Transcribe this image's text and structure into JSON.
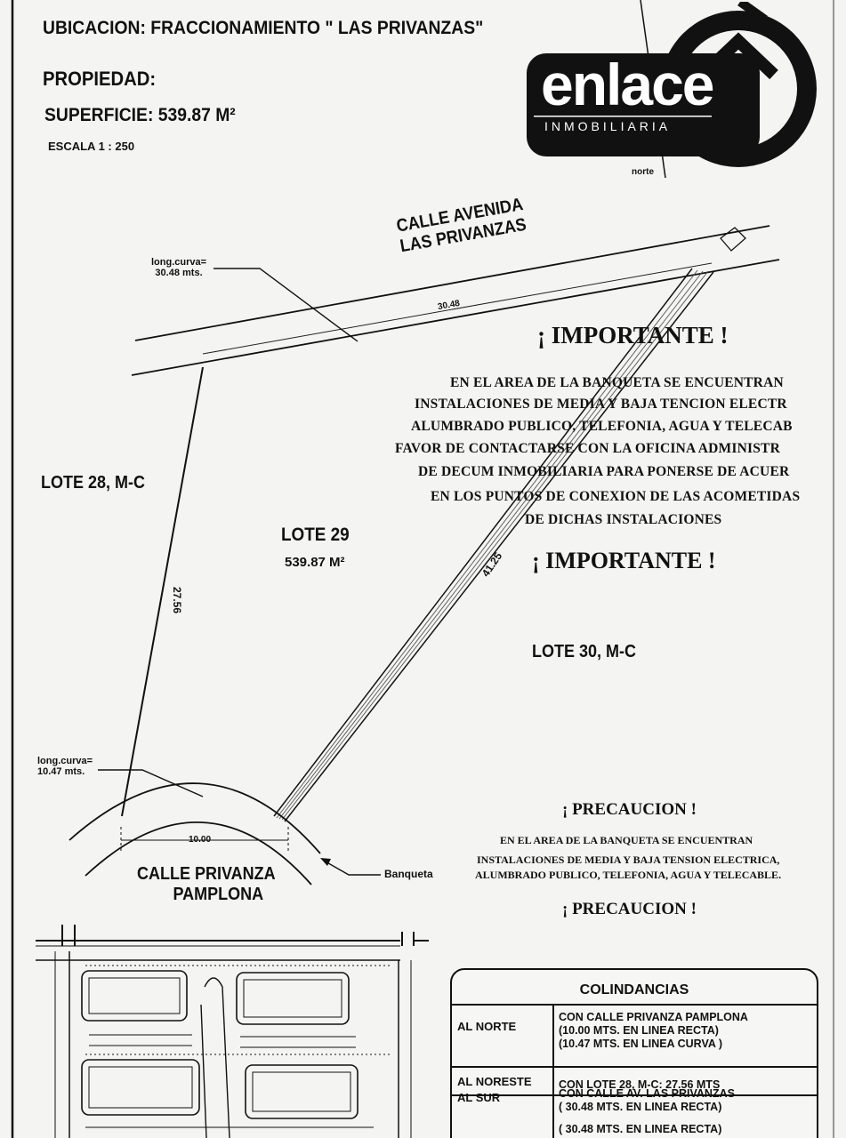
{
  "header": {
    "ubicacion": "UBICACION: FRACCIONAMIENTO \" LAS PRIVANZAS\"",
    "propiedad": "PROPIEDAD:",
    "superficie": "SUPERFICIE:   539.87  M²",
    "escala": "ESCALA 1 : 250"
  },
  "logo": {
    "word": "enlace",
    "subtitle": "INMOBILIARIA",
    "north": "norte"
  },
  "plan": {
    "street_north_1": "CALLE AVENIDA",
    "street_north_2": "LAS PRIVANZAS",
    "curve_top_1": "long.curva=",
    "curve_top_2": "30.48 mts.",
    "dim_top": "30.48",
    "dim_left": "27.56",
    "dim_diag": "41.25",
    "lote28": "LOTE 28, M-C",
    "lote29": "LOTE 29",
    "lote29_area": "539.87  M²",
    "lote30": "LOTE 30, M-C",
    "curve_bottom_1": "long.curva=",
    "curve_bottom_2": "10.47 mts.",
    "dim_bottom": "10.00",
    "street_south_1": "CALLE PRIVANZA",
    "street_south_2": "PAMPLONA",
    "banqueta": "Banqueta"
  },
  "important": {
    "title": "¡ IMPORTANTE !",
    "lines": [
      "EN EL AREA DE LA BANQUETA SE ENCUENTRAN",
      "INSTALACIONES DE MEDIA Y BAJA TENCION ELECTR",
      "ALUMBRADO PUBLICO, TELEFONIA, AGUA Y TELECAB",
      "FAVOR DE CONTACTARSE CON LA OFICINA ADMINISTR",
      "DE DECUM INMOBILIARIA PARA PONERSE DE ACUER",
      "EN LOS PUNTOS DE CONEXION DE LAS ACOMETIDAS",
      "DE DICHAS INSTALACIONES"
    ],
    "title_2": "¡ IMPORTANTE !"
  },
  "precaucion": {
    "title": "¡ PRECAUCION !",
    "lines": [
      "EN EL AREA DE LA BANQUETA SE ENCUENTRAN",
      "INSTALACIONES DE MEDIA Y BAJA TENSION ELECTRICA,",
      "ALUMBRADO PUBLICO, TELEFONIA, AGUA Y TELECABLE."
    ],
    "title_2": "¡ PRECAUCION !"
  },
  "colindancias": {
    "title": "COLINDANCIAS",
    "rows": [
      {
        "dir": "AL NORTE",
        "lines": [
          "CON CALLE PRIVANZA PAMPLONA",
          "(10.00 MTS. EN LINEA RECTA)",
          "(10.47 MTS. EN LINEA CURVA  )"
        ]
      },
      {
        "dir": "AL NORESTE",
        "lines": [
          "CON LOTE 28, M-C: 27.56  MTS"
        ]
      },
      {
        "dir": "AL SUR",
        "lines": [
          "CON CALLE AV. LAS PRIVANZAS",
          "( 30.48  MTS. EN LINEA RECTA)",
          "( 30.48  MTS. EN LINEA RECTA)"
        ]
      }
    ]
  }
}
